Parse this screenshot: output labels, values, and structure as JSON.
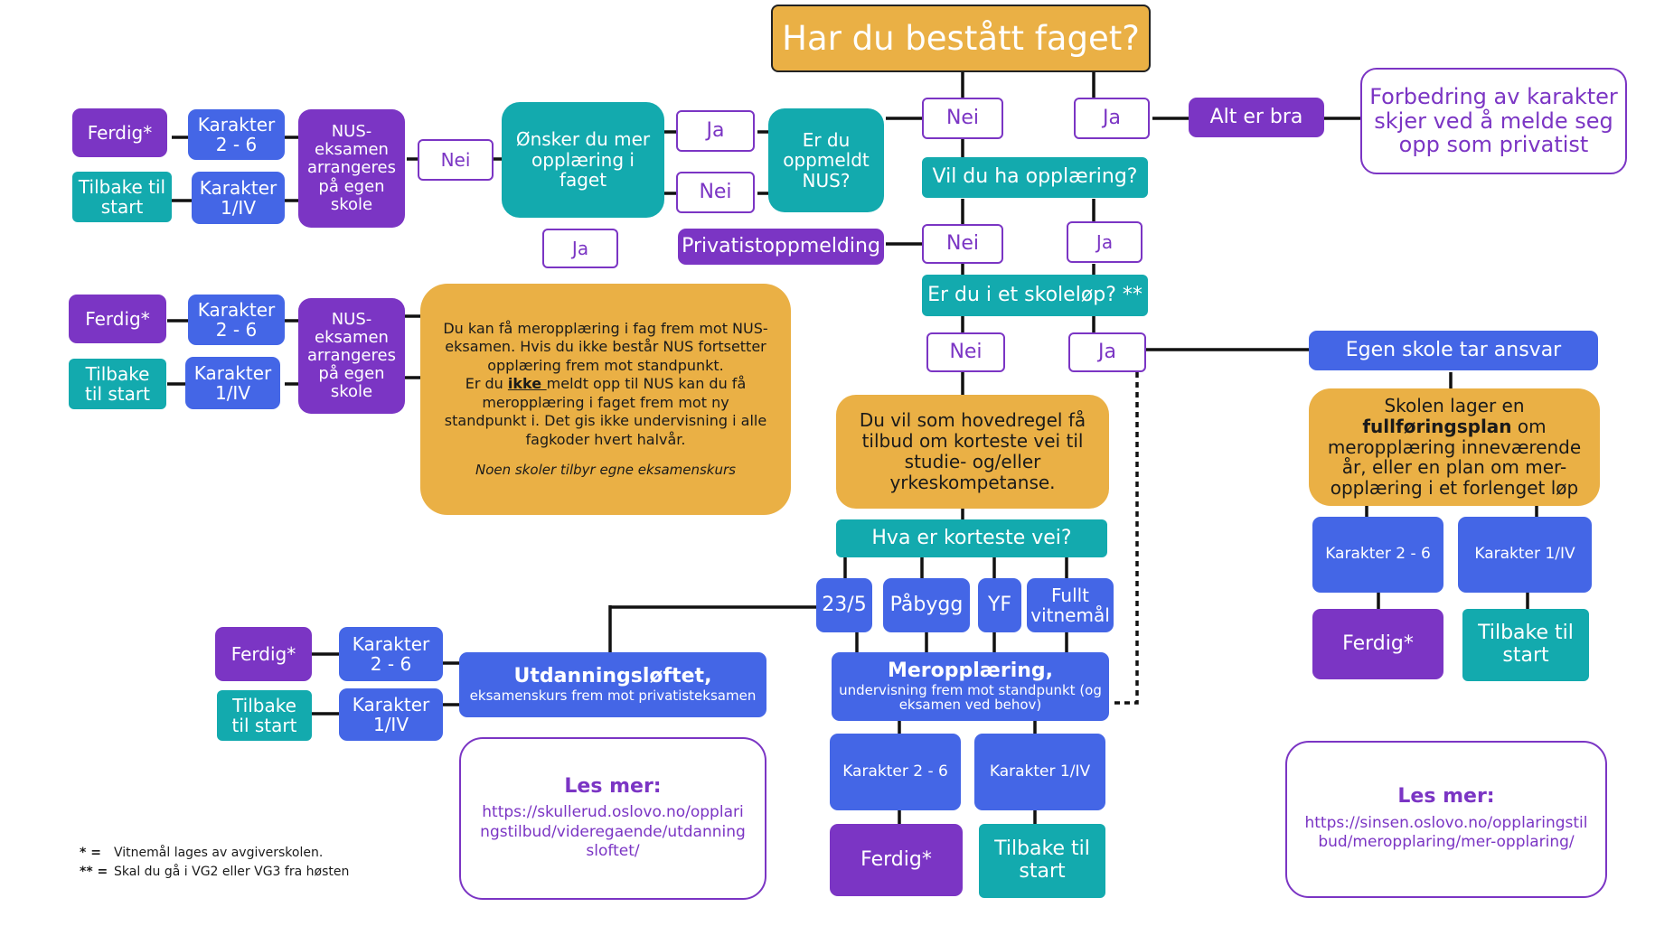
{
  "title": "Har du bestått faget?",
  "top": {
    "nei": "Nei",
    "ja": "Ja",
    "alt_er_bra": "Alt er bra",
    "forbedring": "Forbedring av karakter skjer ved å melde seg opp som privatist"
  },
  "vil_du": "Vil du ha opplæring?",
  "er_du_oppmeldt": "Er du oppmeldt NUS?",
  "ja1": "Ja",
  "nei1": "Nei",
  "onsker_mer": "Ønsker du mer opplæring i faget",
  "nei_nus": "Nei",
  "ja_nus": "Ja",
  "nus_arr_1": "NUS-eksamen arrangeres på egen skole",
  "row1": {
    "karakter26": "Karakter 2 - 6",
    "karakter1iv": "Karakter 1/IV",
    "ferdig": "Ferdig*",
    "tilbake": "Tilbake til start"
  },
  "privatist": "Privatistoppmelding",
  "nei2": "Nei",
  "ja2": "Ja",
  "skoleloep": "Er du i et skoleløp? **",
  "nei3": "Nei",
  "ja3": "Ja",
  "egen_skole": "Egen skole tar ansvar",
  "fullforing": {
    "pre": "Skolen lager en ",
    "bold": "fullføringsplan",
    "post": " om meropplæring inneværende år, eller en plan om mer-opplæring i et forlenget løp"
  },
  "right": {
    "karakter26": "Karakter 2 - 6",
    "karakter1iv": "Karakter 1/IV",
    "ferdig": "Ferdig*",
    "tilbake": "Tilbake til start"
  },
  "info": {
    "p1": "Du kan få meropplæring i fag frem mot NUS-eksamen. Hvis du ikke består NUS fortsetter opplæring frem mot standpunkt.",
    "p2a": "Er du ",
    "p2b": "ikke ",
    "p2c": "meldt opp til NUS kan du få meropplæring i faget frem mot ny standpunkt i. Det gis ikke undervisning i alle fagkoder hvert halvår.",
    "p3": "Noen skoler tilbyr egne eksamenskurs"
  },
  "nus_arr_2": "NUS-eksamen arrangeres på egen skole",
  "row2": {
    "karakter26": "Karakter 2 - 6",
    "karakter1iv": "Karakter 1/IV",
    "ferdig": "Ferdig*",
    "tilbake": "Tilbake til start"
  },
  "hovedregel": "Du vil som hovedregel få tilbud om korteste vei til studie- og/eller yrkeskompetanse.",
  "hva_korteste": "Hva er korteste vei?",
  "options": {
    "o235": "23/5",
    "pabygg": "Påbygg",
    "yf": "YF",
    "fullt": "Fullt vitnemål"
  },
  "utdanning": {
    "title": "Utdanningsløftet,",
    "sub": "eksamenskurs frem mot privatisteksamen"
  },
  "row3": {
    "karakter26": "Karakter 2 - 6",
    "karakter1iv": "Karakter 1/IV",
    "ferdig": "Ferdig*",
    "tilbake": "Tilbake til start"
  },
  "meropp": {
    "title": "Meropplæring,",
    "sub": "undervisning frem mot standpunkt (og eksamen ved behov)"
  },
  "row4": {
    "karakter26": "Karakter 2 - 6",
    "karakter1iv": "Karakter 1/IV",
    "ferdig": "Ferdig*",
    "tilbake": "Tilbake til start"
  },
  "les_mer_1": {
    "title": "Les mer:",
    "url": "https://skullerud.oslovo.no/opplaringstilbud/videregaende/utdanningsloftet/"
  },
  "les_mer_2": {
    "title": "Les mer:",
    "url": "https://sinsen.oslovo.no/opplaringstilbud/meropplaring/mer-opplaring/"
  },
  "footnotes": {
    "m1": "* =",
    "t1": "Vitnemål lages av avgiverskolen.",
    "m2": "** =",
    "t2": "Skal du gå i VG2 eller VG3 fra høsten"
  },
  "colors": {
    "purple": "#7b35c4",
    "blue": "#4466e6",
    "teal": "#13aaae",
    "orange": "#eab045"
  }
}
